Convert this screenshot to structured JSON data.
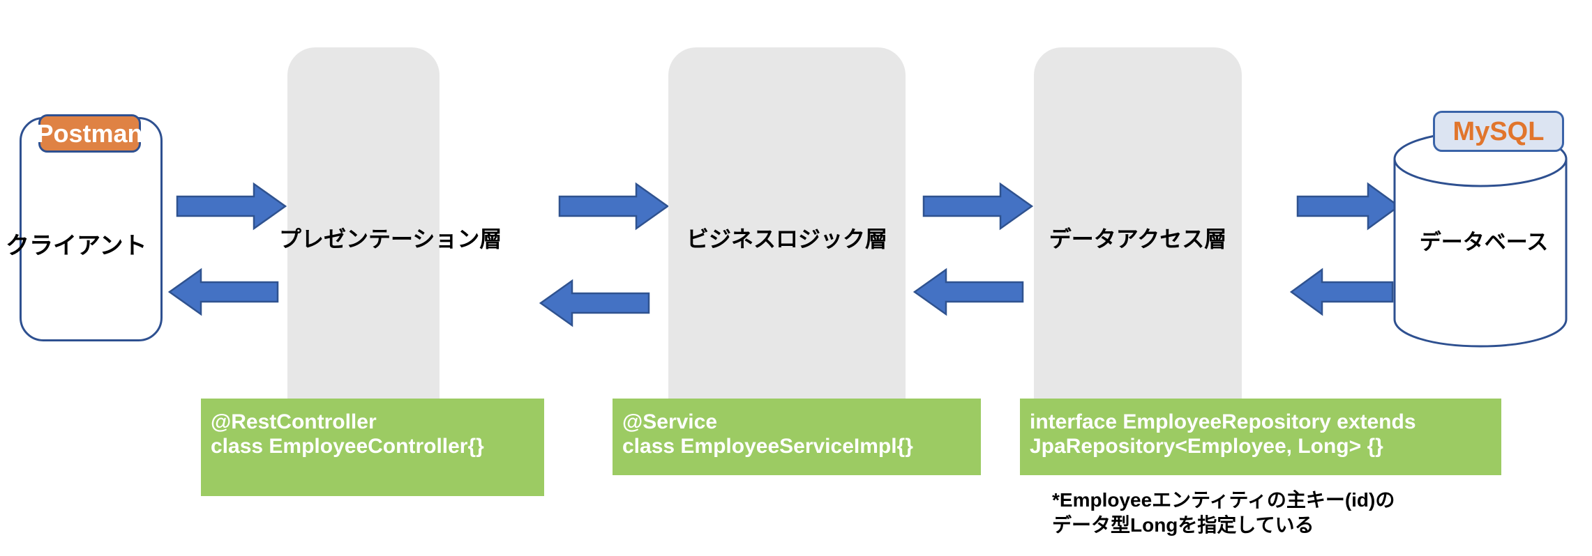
{
  "diagram": {
    "title": "Spring Boot 3-layer architecture diagram",
    "colors": {
      "arrow_fill": "#4472C4",
      "arrow_stroke": "#2F528F",
      "layer_fill": "#E7E7E7",
      "code_box_fill": "#9CCB63",
      "postman_fill": "#DF8244",
      "mysql_fill": "#DCE4F2",
      "mysql_text": "#E1752C",
      "outline_blue": "#2E5090",
      "text_black": "#000000",
      "text_white": "#FFFFFF"
    },
    "client": {
      "badge_label": "Postman",
      "label": "クライアント"
    },
    "layers": [
      {
        "id": "presentation",
        "label": "プレゼンテーション層",
        "code": {
          "line1": "@RestController",
          "line2": "class EmployeeController{}"
        }
      },
      {
        "id": "business-logic",
        "label": "ビジネスロジック層",
        "code": {
          "line1": "@Service",
          "line2": "class EmployeeServiceImpl{}"
        }
      },
      {
        "id": "data-access",
        "label": "データアクセス層",
        "code": {
          "line1": "interface EmployeeRepository extends",
          "line2": "JpaRepository<Employee, Long> {}"
        }
      }
    ],
    "database": {
      "badge_label": "MySQL",
      "label": "データベース"
    },
    "footnote": {
      "line1": "*Employeeエンティティの主キー(id)の",
      "line2": "データ型Longを指定している"
    },
    "arrows": {
      "forward_icon": "arrow-right-icon",
      "backward_icon": "arrow-left-icon"
    }
  }
}
